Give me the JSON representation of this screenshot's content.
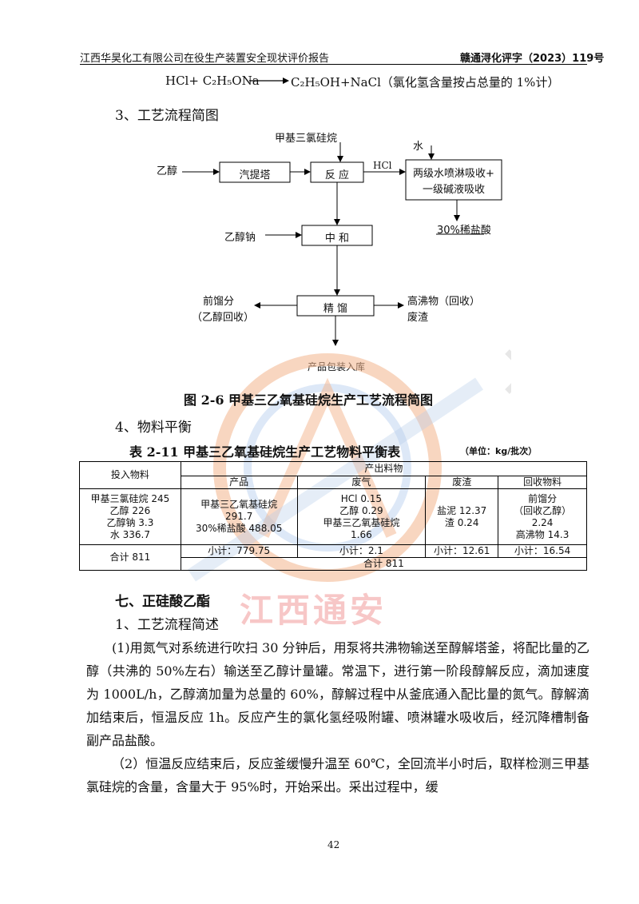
{
  "header": {
    "company_report": "江西华昊化工有限公司在役生产装置安全现状评价报告",
    "doc_number": "赣通浔化评字（2023）119号"
  },
  "equation": {
    "left": "HCl+ C₂H₅ONa",
    "right": "C₂H₅OH+NaCl（氯化氢含量按占总量的 1%计）"
  },
  "section_flow": "3、工艺流程简图",
  "diagram": {
    "inputs": {
      "methyltrichlorosilane": "甲基三氯硅烷",
      "ethanol": "乙醇",
      "water": "水",
      "sodium_ethoxide": "乙醇钠"
    },
    "boxes": {
      "stripper": "汽提塔",
      "reaction": "反 应",
      "scrubber_line1": "两级水喷淋吸收+",
      "scrubber_line2": "一级碱液吸收",
      "neutralize": "中 和",
      "distill": "精 馏"
    },
    "labels": {
      "hcl": "HCl",
      "dilute_hcl": "30%稀盐酸",
      "front_fraction_line1": "前馏分",
      "front_fraction_line2": "（乙醇回收）",
      "high_boiler_line1": "高沸物（回收）",
      "high_boiler_line2": "废渣",
      "product": "产品包装入库"
    }
  },
  "figure_caption": "图 2-6 甲基三乙氧基硅烷生产工艺流程简图",
  "section_balance": "4、物料平衡",
  "table_caption": "表 2-11 甲基三乙氧基硅烷生产工艺物料平衡表",
  "table_unit": "（单位：kg/批次）",
  "table": {
    "input_header": "投入物料",
    "output_header": "产出料物",
    "col_product": "产品",
    "col_gas": "废气",
    "col_residue": "废渣",
    "col_recovered": "回收物料",
    "inputs": [
      "甲基三氯硅烷 245",
      "乙醇 226",
      "乙醇钠 3.3",
      "水 336.7"
    ],
    "product": [
      "甲基三乙氧基硅烷",
      "291.7",
      "30%稀盐酸 488.05"
    ],
    "gas": [
      "HCl 0.15",
      "乙醇 0.29",
      "甲基三乙氧基硅烷",
      "1.66"
    ],
    "residue": [
      "盐泥 12.37",
      "渣 0.24"
    ],
    "recovered": [
      "前馏分",
      "（回收乙醇）",
      "2.24",
      "高沸物 14.3"
    ],
    "input_total": "合计 811",
    "subtotal_product": "小计：779.75",
    "subtotal_gas": "小计：2.1",
    "subtotal_residue": "小计：12.61",
    "subtotal_recovered": "小计：16.54",
    "output_total": "合计 811"
  },
  "chapter": "七、正硅酸乙酯",
  "section_process": "1、工艺流程简述",
  "paragraphs": [
    "(1)用氮气对系统进行吹扫 30 分钟后，用泵将共沸物输送至醇解塔釜，将配比量的乙醇（共沸的 50%左右）输送至乙醇计量罐。常温下，进行第一阶段醇解反应，滴加速度为 1000L/h，乙醇滴加量为总量的 60%，醇解过程中从釜底通入配比量的氮气。醇解滴加结束后，恒温反应 1h。反应产生的氯化氢经吸附罐、喷淋罐水吸收后，经沉降槽制备副产品盐酸。",
    "（2）恒温反应结束后，反应釜缓慢升温至 60℃，全回流半小时后，取样检测三甲基氯硅烷的含量，含量大于 95%时，开始采出。采出过程中，缓"
  ],
  "watermark": "江西通安",
  "page_number": "42"
}
